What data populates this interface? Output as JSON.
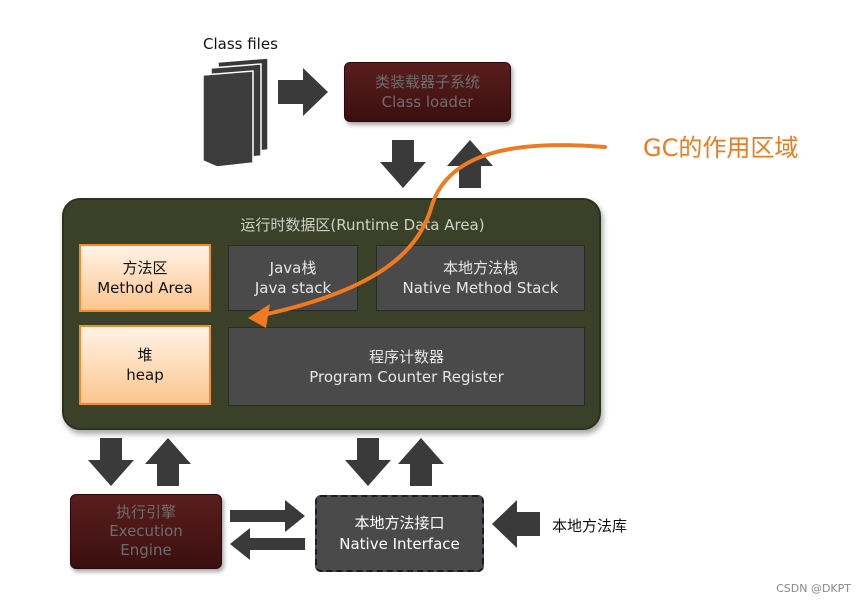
{
  "class_files_label": "Class files",
  "class_loader": {
    "cn": "类装载器子系统",
    "en": "Class loader"
  },
  "gc_label": "GC的作用区域",
  "runtime_area": {
    "title": "运行时数据区(Runtime Data Area)",
    "method_area": {
      "cn": "方法区",
      "en": "Method Area"
    },
    "heap": {
      "cn": "堆",
      "en": "heap"
    },
    "java_stack": {
      "cn": "Java栈",
      "en": "Java stack"
    },
    "native_method_stack": {
      "cn": "本地方法栈",
      "en": "Native Method Stack"
    },
    "pc_register": {
      "cn": "程序计数器",
      "en": "Program Counter Register"
    }
  },
  "execution_engine": {
    "cn": "执行引擎",
    "en1": "Execution",
    "en2": "Engine"
  },
  "native_interface": {
    "cn": "本地方法接口",
    "en": "Native Interface"
  },
  "native_library_label": "本地方法库",
  "watermark": "CSDN @DKPT",
  "colors": {
    "accent_orange": "#f07a20",
    "runtime_bg": "#3b4128",
    "maroon_box": "#4a1616",
    "grey_box": "#4a4a4a"
  }
}
